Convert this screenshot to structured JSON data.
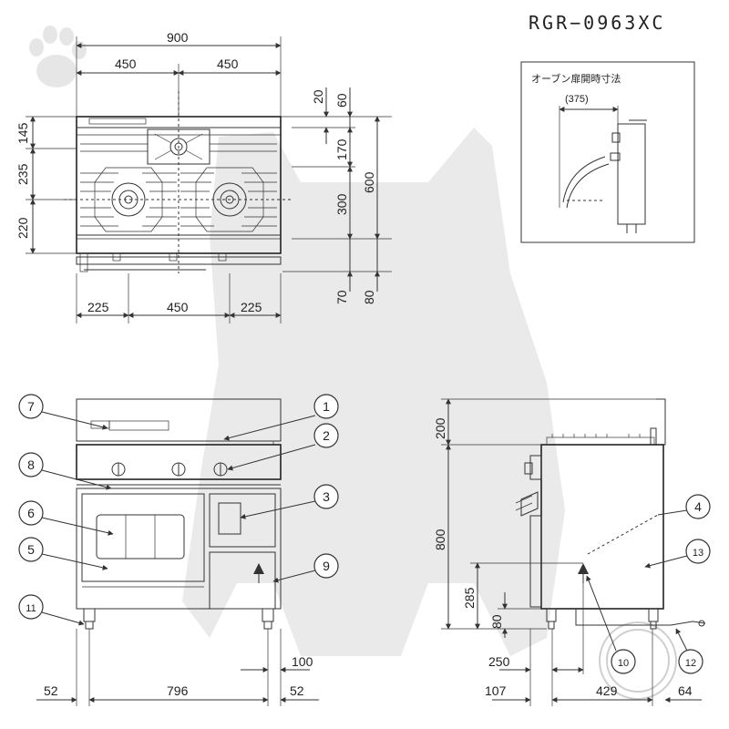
{
  "model": "RGR−0963XC",
  "inset": {
    "title": "オーブン扉開時寸法",
    "dimension": "(375)"
  },
  "top_view_dims": {
    "overall_width": "900",
    "half_left": "450",
    "half_right": "450",
    "top_depths": [
      "20",
      "60"
    ],
    "left_depths": [
      "145",
      "235",
      "220"
    ],
    "right_depths": [
      "170",
      "300",
      "600",
      "70",
      "80"
    ],
    "bottom_widths": [
      "225",
      "450",
      "225"
    ]
  },
  "front_view_dims": {
    "left_margin": "52",
    "width": "796",
    "right_margin": "52",
    "leg": "100"
  },
  "side_view_dims": {
    "height_top": "200",
    "height": "800",
    "oven": "285",
    "bottom": "80",
    "offset": "250",
    "depth_left": "107",
    "depth": "429",
    "depth_right": "64"
  },
  "callouts": [
    "1",
    "2",
    "3",
    "4",
    "5",
    "6",
    "7",
    "8",
    "9",
    "10",
    "11",
    "12",
    "13"
  ]
}
